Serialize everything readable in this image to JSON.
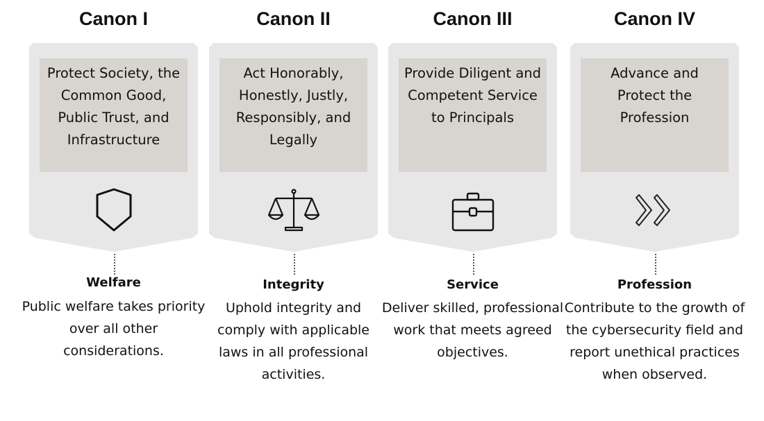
{
  "canons": [
    {
      "title": "Canon I",
      "statement": "Protect Society, the Common Good, Public Trust, and Infrastructure",
      "icon": "shield-icon",
      "label": "Welfare",
      "description": "Public welfare takes priority over all other considerations."
    },
    {
      "title": "Canon II",
      "statement": "Act Honorably, Honestly, Justly, Responsibly, and Legally",
      "icon": "scales-icon",
      "label": "Integrity",
      "description": "Uphold integrity and comply with applicable laws in all professional activities."
    },
    {
      "title": "Canon III",
      "statement": "Provide Diligent and Competent Service to Principals",
      "icon": "briefcase-icon",
      "label": "Service",
      "description": "Deliver skilled, professional work that meets agreed objectives."
    },
    {
      "title": "Canon IV",
      "statement": "Advance and Protect the Profession",
      "icon": "double-chevron-icon",
      "label": "Profession",
      "description": "Contribute to the growth of the cybersecurity field and report unethical practices when observed."
    }
  ],
  "colors": {
    "card": "#e7e7e7",
    "inner": "#d8d5d0"
  }
}
